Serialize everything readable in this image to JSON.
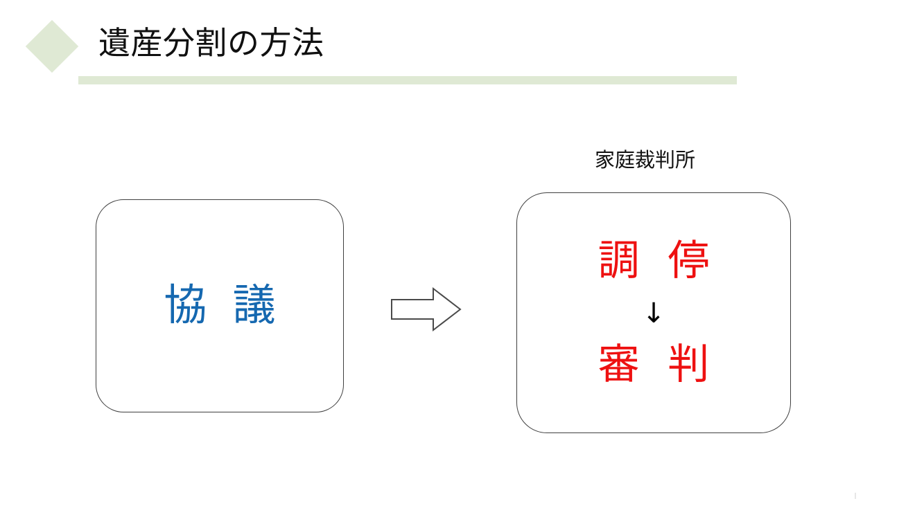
{
  "slide": {
    "title": "遺産分割の方法",
    "accent_color": "#dfe9d4",
    "background_color": "#ffffff"
  },
  "diagram": {
    "left_box": {
      "term": "協 議",
      "color": "#1568b0"
    },
    "flow_arrow": {
      "icon": "right-block-arrow-icon",
      "direction": "right"
    },
    "right_box": {
      "label": "家庭裁判所",
      "label_color": "#111111",
      "first_term": "調 停",
      "step_arrow": "↓",
      "second_term": "審 判",
      "term_color": "#ee1111"
    }
  }
}
